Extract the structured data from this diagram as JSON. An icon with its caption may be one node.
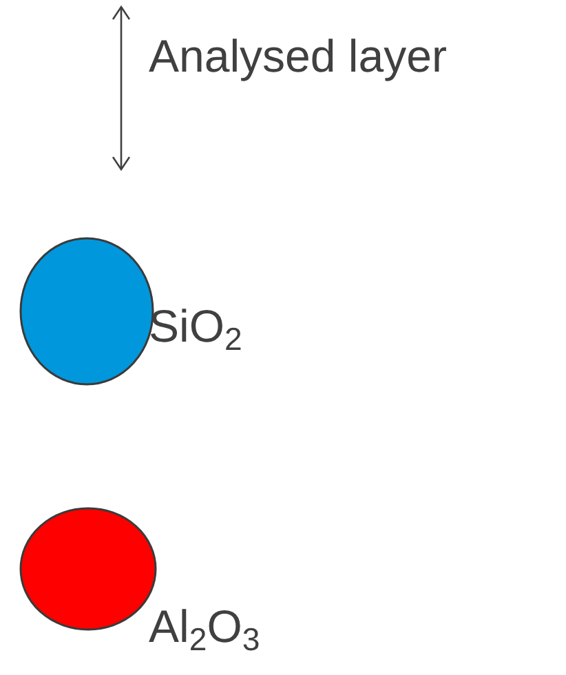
{
  "diagram": {
    "legend": [
      {
        "text": "Analysed layer"
      },
      {
        "text": "SiO$_{2}$",
        "color": "#0097dc"
      },
      {
        "text": "Al$_{2}$O$_{3}$",
        "color": "#ff0000"
      }
    ]
  }
}
